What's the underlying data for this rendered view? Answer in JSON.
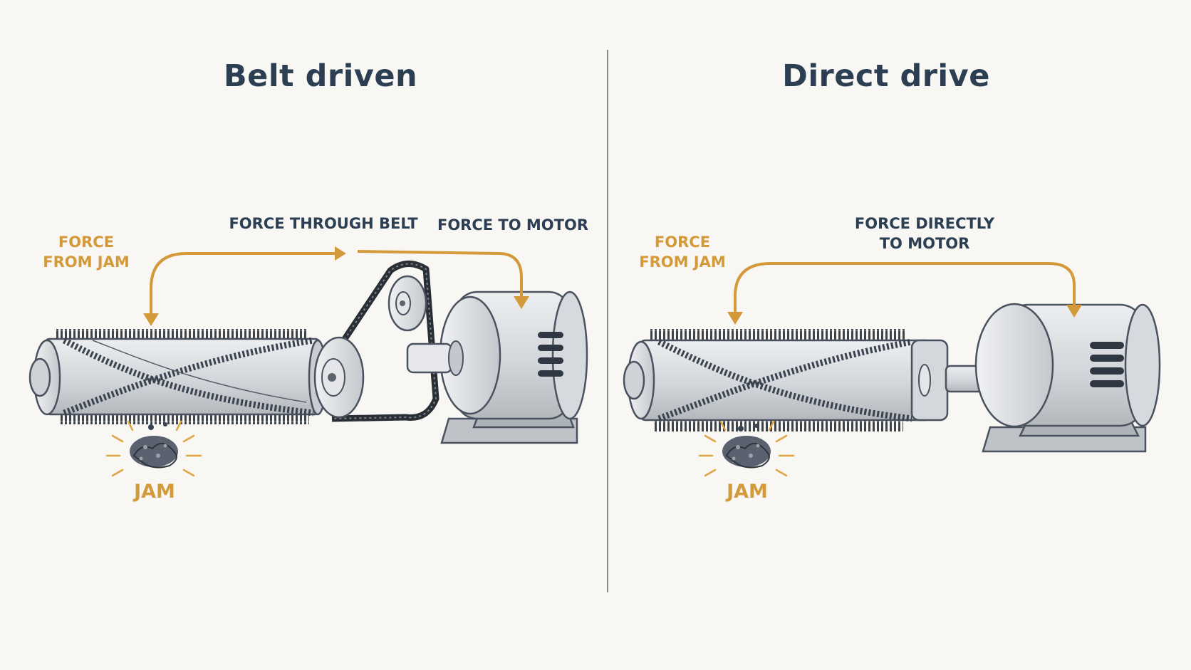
{
  "panels": {
    "left": {
      "title": "Belt driven",
      "labels": {
        "force_from_jam": [
          "FORCE",
          "FROM JAM"
        ],
        "force_through_belt": "FORCE THROUGH BELT",
        "force_to_motor": "FORCE TO MOTOR",
        "jam": "JAM"
      }
    },
    "right": {
      "title": "Direct drive",
      "labels": {
        "force_from_jam": [
          "FORCE",
          "FROM JAM"
        ],
        "force_directly_to_motor": [
          "FORCE DIRECTLY",
          "TO MOTOR"
        ],
        "jam": "JAM"
      }
    }
  },
  "colors": {
    "arrow": "#d49a3a",
    "ink": "#2b3e52",
    "metal": "#d8dadd",
    "bristle": "#3a4350",
    "background": "#f8f7f4"
  }
}
